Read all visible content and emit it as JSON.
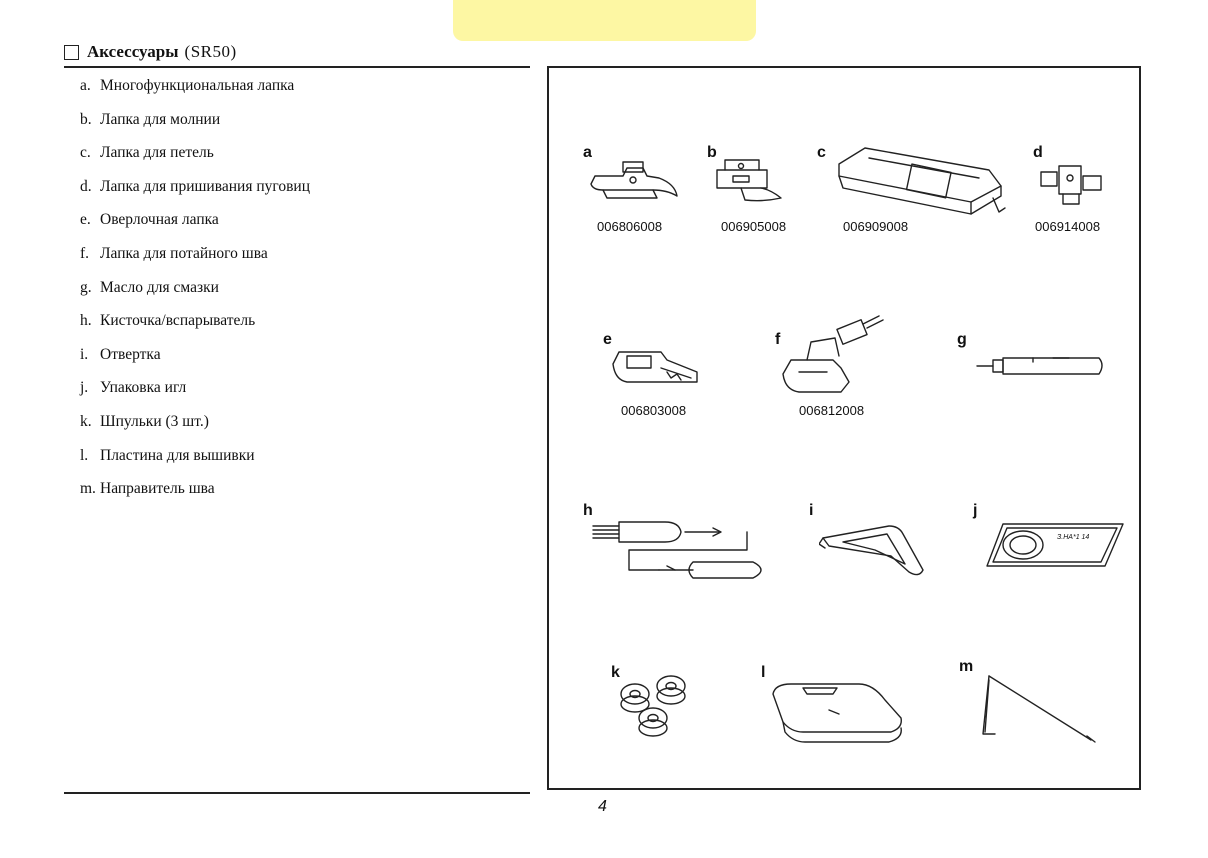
{
  "section": {
    "title": "Аксессуары",
    "model": "(SR50)"
  },
  "accessories": [
    {
      "letter": "a.",
      "label": "Многофункциональная лапка"
    },
    {
      "letter": "b.",
      "label": "Лапка для молнии"
    },
    {
      "letter": "c.",
      "label": "Лапка для петель"
    },
    {
      "letter": "d.",
      "label": "Лапка для пришивания пуговиц"
    },
    {
      "letter": "e.",
      "label": "Оверлочная лапка"
    },
    {
      "letter": "f.",
      "label": "Лапка для потайного шва"
    },
    {
      "letter": "g.",
      "label": "Масло для смазки"
    },
    {
      "letter": "h.",
      "label": "Кисточка/вспарыватель"
    },
    {
      "letter": "i.",
      "label": "Отвертка"
    },
    {
      "letter": "j.",
      "label": "Упаковка игл"
    },
    {
      "letter": "k.",
      "label": "Шпульки (3 шт.)"
    },
    {
      "letter": "l.",
      "label": "Пластина для вышивки"
    },
    {
      "letter": "m.",
      "label": "Направитель шва"
    }
  ],
  "illustrations": {
    "a": {
      "letter": "a",
      "code": "006806008"
    },
    "b": {
      "letter": "b",
      "code": "006905008"
    },
    "c": {
      "letter": "c",
      "code": "006909008"
    },
    "d": {
      "letter": "d",
      "code": "006914008"
    },
    "e": {
      "letter": "e",
      "code": "006803008"
    },
    "f": {
      "letter": "f",
      "code": "006812008"
    },
    "g": {
      "letter": "g"
    },
    "h": {
      "letter": "h"
    },
    "i": {
      "letter": "i"
    },
    "j": {
      "letter": "j",
      "package_text": "З.НА*1 14"
    },
    "k": {
      "letter": "k"
    },
    "l": {
      "letter": "l"
    },
    "m": {
      "letter": "m"
    }
  },
  "page_number": "4"
}
